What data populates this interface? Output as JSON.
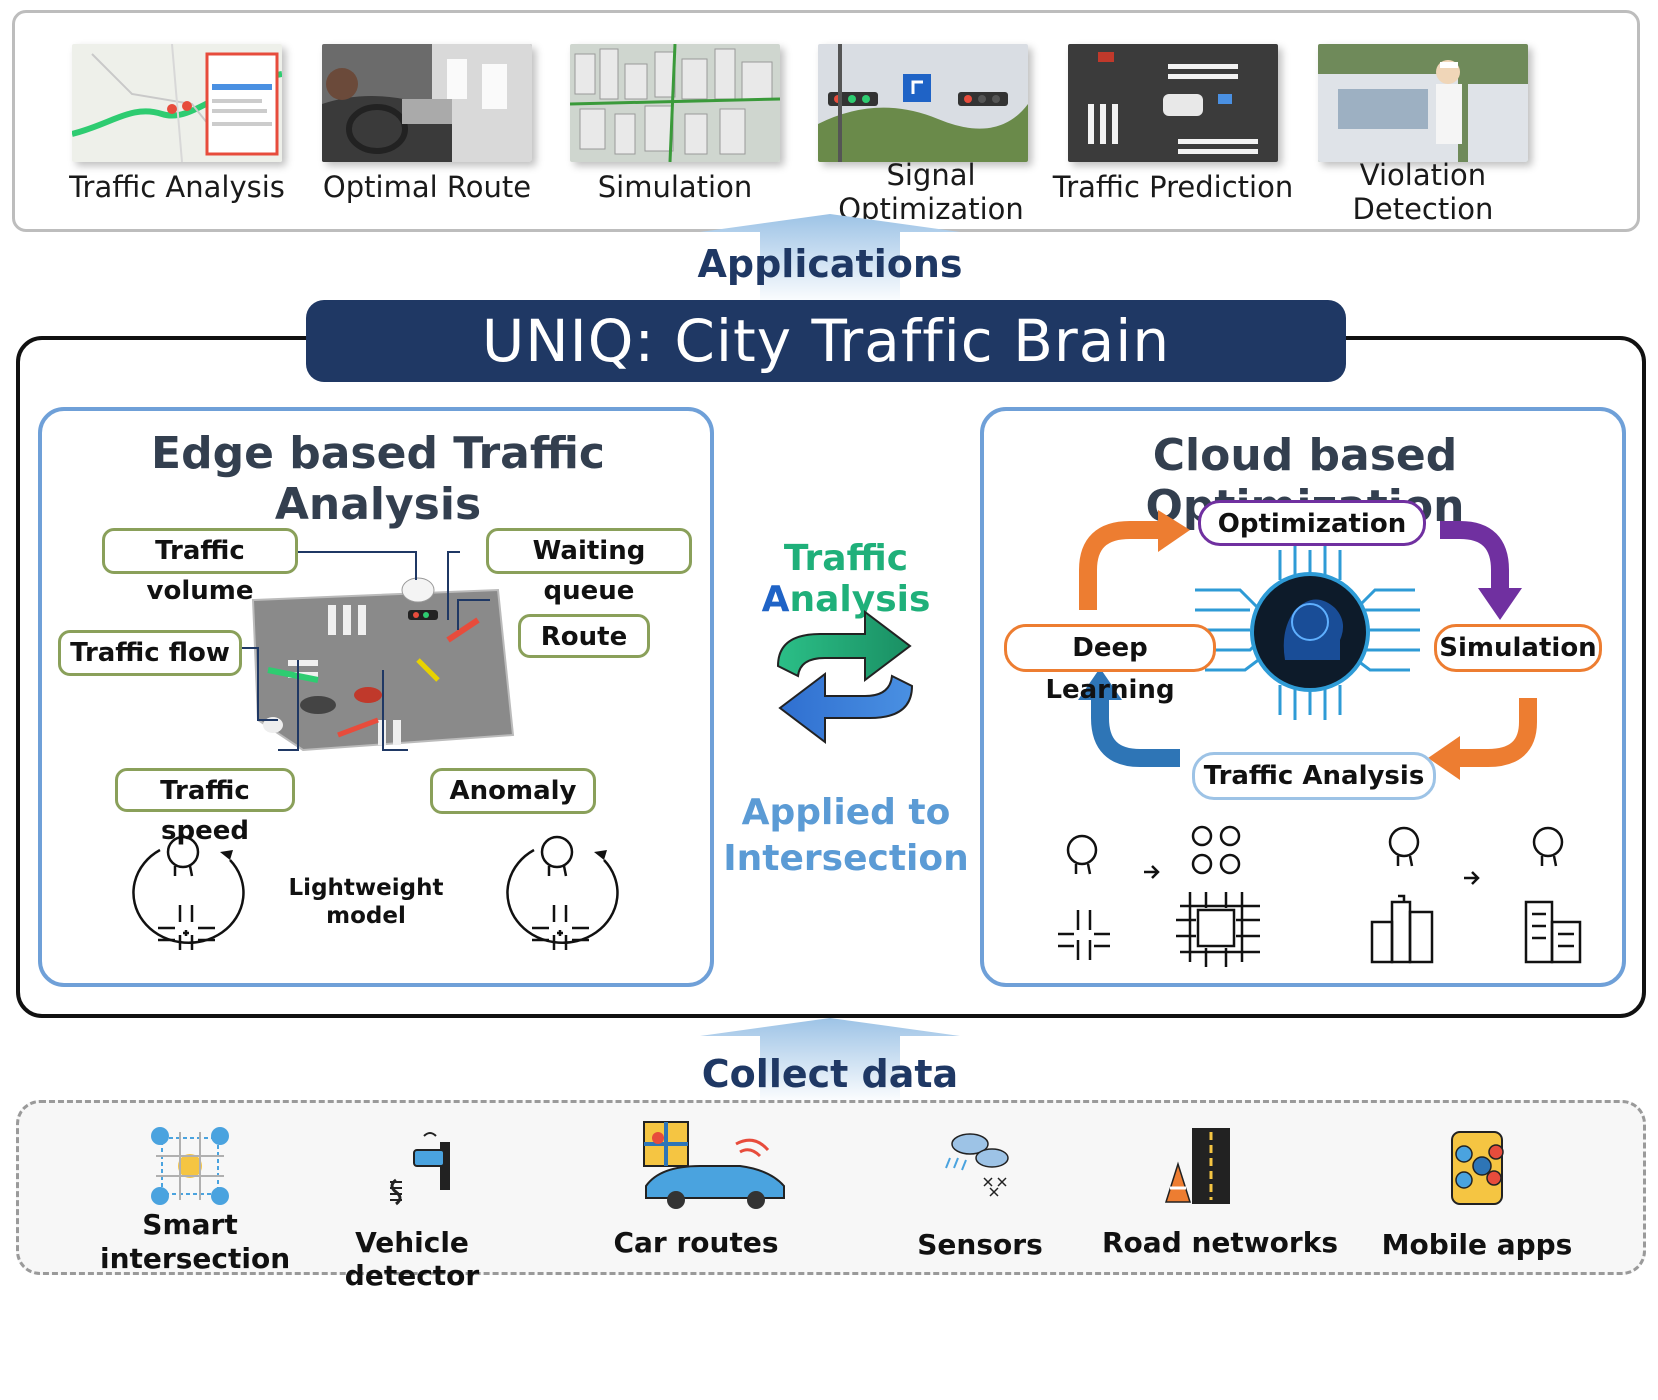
{
  "applications": {
    "section_label": "Applications",
    "items": [
      {
        "label": "Traffic Analysis"
      },
      {
        "label": "Optimal Route"
      },
      {
        "label": "Simulation"
      },
      {
        "label": "Signal Optimization"
      },
      {
        "label": "Traffic Prediction"
      },
      {
        "label": "Violation Detection"
      }
    ]
  },
  "brain": {
    "title": "UNIQ: City Traffic Brain"
  },
  "edge": {
    "title": "Edge based Traffic Analysis",
    "tags": {
      "volume": "Traffic volume",
      "queue": "Waiting queue",
      "route": "Route",
      "flow": "Traffic flow",
      "speed": "Traffic speed",
      "anomaly": "Anomaly"
    },
    "model_label": "Lightweight model"
  },
  "middle": {
    "top_part1": "Traffic ",
    "top_part2": "A",
    "top_part3": "nalysis",
    "bottom_line1": "Applied to",
    "bottom_line2": "Intersection"
  },
  "cloud": {
    "title": "Cloud based Optimization",
    "cycle": {
      "optimization": "Optimization",
      "deep_learning": "Deep Learning",
      "simulation": "Simulation",
      "traffic_analysis": "Traffic Analysis"
    }
  },
  "collect": {
    "section_label": "Collect data",
    "sources": [
      {
        "label": "Smart intersection",
        "icon": "smart-intersection-icon"
      },
      {
        "label": "Vehicle detector",
        "icon": "vehicle-detector-icon"
      },
      {
        "label": "Car routes",
        "icon": "car-routes-icon"
      },
      {
        "label": "Sensors",
        "icon": "sensors-icon"
      },
      {
        "label": "Road networks",
        "icon": "road-networks-icon"
      },
      {
        "label": "Mobile apps",
        "icon": "mobile-apps-icon"
      }
    ]
  },
  "colors": {
    "navy": "#1f3864",
    "panel_border": "#6fa0d8",
    "tag_border": "#8aa05a",
    "optimization": "#7030a0",
    "deep_learning": "#ed7d31",
    "simulation": "#ed7d31",
    "traffic_analysis_cycle": "#2e75b6",
    "mid_green": "#1fb07a",
    "mid_blue": "#1f63c6",
    "mid_light_blue": "#5b9bd5"
  }
}
